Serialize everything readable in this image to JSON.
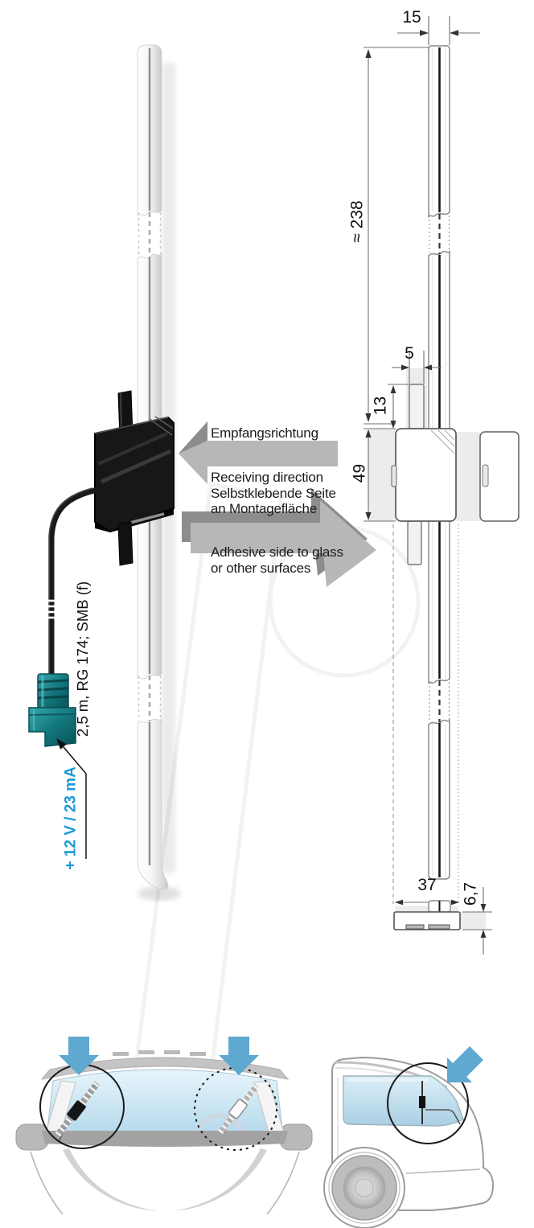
{
  "annotations": {
    "cable_spec": "2,5 m, RG 174; SMB (f)",
    "power_spec": "+ 12 V / 23 mA",
    "receiving_direction_de": "Empfangsrichtung",
    "receiving_direction_en": "Receiving direction",
    "adhesive_de_line1": "Selbstklebende Seite",
    "adhesive_de_line2": "an Montagefläche",
    "adhesive_en_line1": "Adhesive side to glass",
    "adhesive_en_line2": "or other surfaces"
  },
  "dimensions_mm": {
    "element_width": "15",
    "element_length": "≈ 238",
    "tab_offset": "5",
    "tab_length": "13",
    "box_height": "49",
    "box_width": "37",
    "box_depth": "6,7"
  },
  "colors": {
    "accent_blue_text": "#1899D6",
    "install_arrow_blue": "#5FA8D0",
    "connector_teal": "#12787E",
    "direction_arrow_gray": "#B7B7B7",
    "direction_arrow_shadow": "#8D8D8D",
    "glass_blue": "#BBDCEE"
  },
  "icons": {
    "receiving_direction_arrow": "arrow-left-3d",
    "adhesive_side_arrow": "arrow-right-3d",
    "mounting_position_arrow": "arrow-down",
    "side_mounting_arrow": "arrow-down-left",
    "leader_arrow": "thin-arrow"
  }
}
